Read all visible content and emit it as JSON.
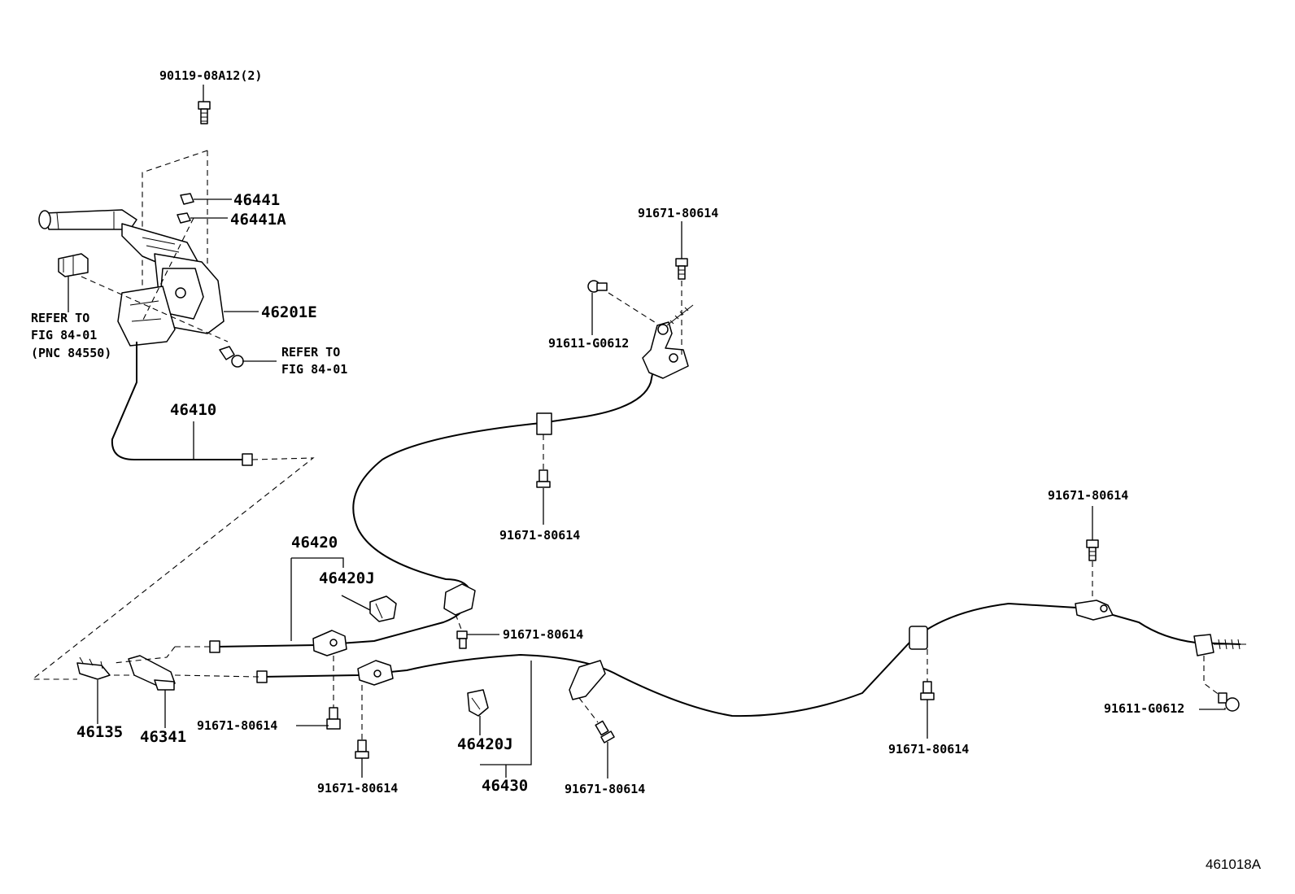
{
  "labels": {
    "bolt_top": "90119-08A12(2)",
    "clip_46441": "46441",
    "clip_46441a": "46441A",
    "lever_46201e": "46201E",
    "refer1_line1": "REFER TO",
    "refer1_line2": "FIG 84-01",
    "refer1_line3": "(PNC 84550)",
    "refer2_line1": "REFER TO",
    "refer2_line2": "FIG 84-01",
    "cable_46410": "46410",
    "bolt_upper_right_top": "91671-80614",
    "bolt_91611_left": "91611-G0612",
    "bolt_upper_mid": "91671-80614",
    "cable_46420": "46420",
    "clamp_46420j_upper": "46420J",
    "bolt_mid_clip": "91671-80614",
    "bolt_left_lower": "91671-80614",
    "equalizer_46135": "46135",
    "bracket_46341": "46341",
    "bolt_bottom_left": "91671-80614",
    "clamp_46420j_lower": "46420J",
    "cable_46430": "46430",
    "bolt_bottom_mid": "91671-80614",
    "bolt_right_top": "91671-80614",
    "bolt_right_lower": "91671-80614",
    "bolt_91611_right": "91611-G0612",
    "figure_id": "461018A"
  }
}
